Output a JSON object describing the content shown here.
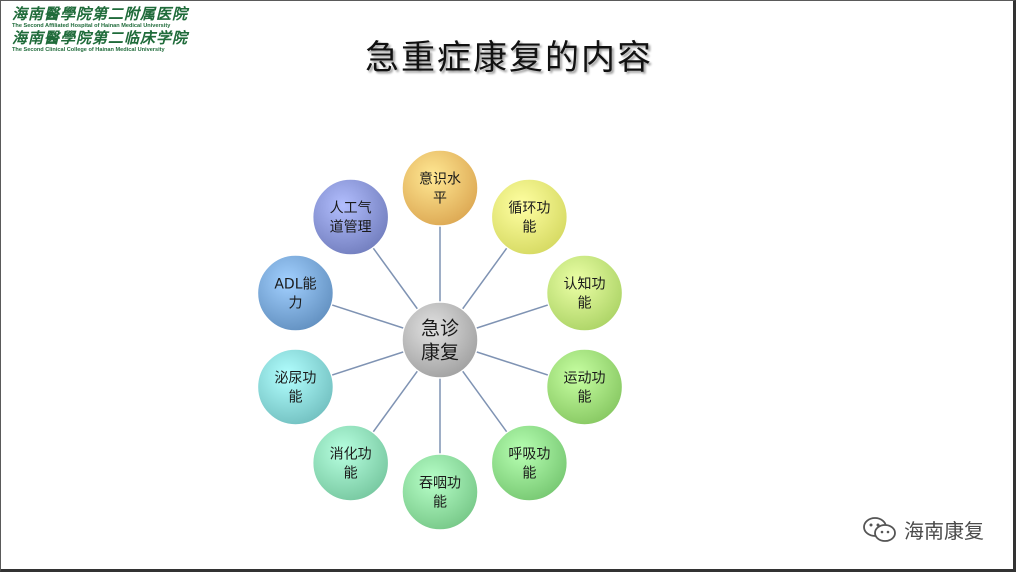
{
  "header": {
    "logo_line1_cn": "海南醫學院第二附属医院",
    "logo_line1_en": "The Second Affiliated Hospital of Hainan Medical University",
    "logo_line2_cn": "海南醫學院第二临床学院",
    "logo_line2_en": "The Second Clinical College of Hainan Medical University"
  },
  "slide": {
    "title": "急重症康复的内容"
  },
  "diagram": {
    "center": {
      "lines": [
        "急诊",
        "康复"
      ],
      "color": "#b9b9b9"
    },
    "nodes": [
      {
        "lines": [
          "意识水",
          "平"
        ],
        "color": "#f5c06b"
      },
      {
        "lines": [
          "循环功",
          "能"
        ],
        "color": "#eef27a"
      },
      {
        "lines": [
          "认知功",
          "能"
        ],
        "color": "#c4ec7e"
      },
      {
        "lines": [
          "运动功",
          "能"
        ],
        "color": "#9fe07a"
      },
      {
        "lines": [
          "呼吸功",
          "能"
        ],
        "color": "#8fe08a"
      },
      {
        "lines": [
          "吞咽功",
          "能"
        ],
        "color": "#8fe0a0"
      },
      {
        "lines": [
          "消化功",
          "能"
        ],
        "color": "#8fe0b8"
      },
      {
        "lines": [
          "泌尿功",
          "能"
        ],
        "color": "#8ad8d8"
      },
      {
        "lines": [
          "ADL能",
          "力"
        ],
        "color": "#7aa8d8"
      },
      {
        "lines": [
          "人工气",
          "道管理"
        ],
        "color": "#8a96d6"
      }
    ],
    "connector_color": "#7f93b3"
  },
  "watermark": {
    "text": "海南康复",
    "icon": "wechat-icon"
  }
}
